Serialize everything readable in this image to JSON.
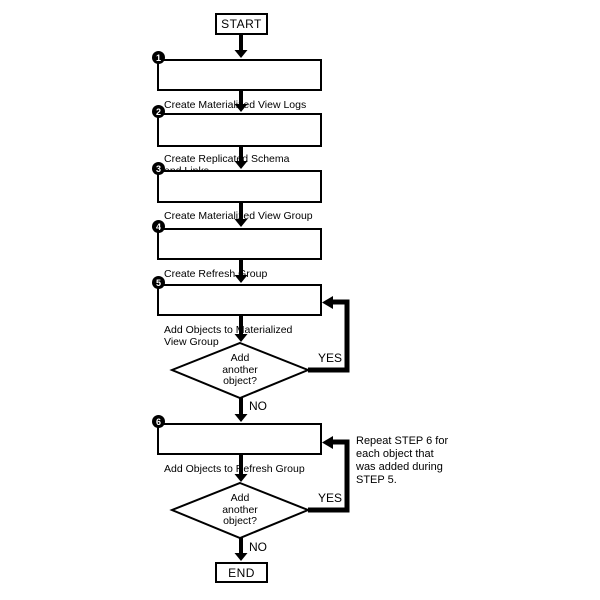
{
  "flow": {
    "start_label": "START",
    "end_label": "END",
    "steps": [
      {
        "number": "1",
        "text": "Create Materialized View Logs\nat Master"
      },
      {
        "number": "2",
        "text": "Create Replicated Schema\nand Links"
      },
      {
        "number": "3",
        "text": "Create Materialized View Group"
      },
      {
        "number": "4",
        "text": "Create Refresh Group"
      },
      {
        "number": "5",
        "text": "Add Objects to Materialized\nView Group"
      },
      {
        "number": "6",
        "text": "Add Objects to Refresh Group"
      }
    ],
    "decisions": [
      {
        "question": "Add\nanother\nobject?",
        "yes_label": "YES",
        "no_label": "NO"
      },
      {
        "question": "Add\nanother\nobject?",
        "yes_label": "YES",
        "no_label": "NO"
      }
    ],
    "annotation": "Repeat STEP 6 for\neach object that\nwas added during\nSTEP 5.",
    "colors": {
      "line": "#000000",
      "node_fill": "#ffffff",
      "badge_fill": "#000000",
      "badge_text": "#ffffff"
    }
  }
}
